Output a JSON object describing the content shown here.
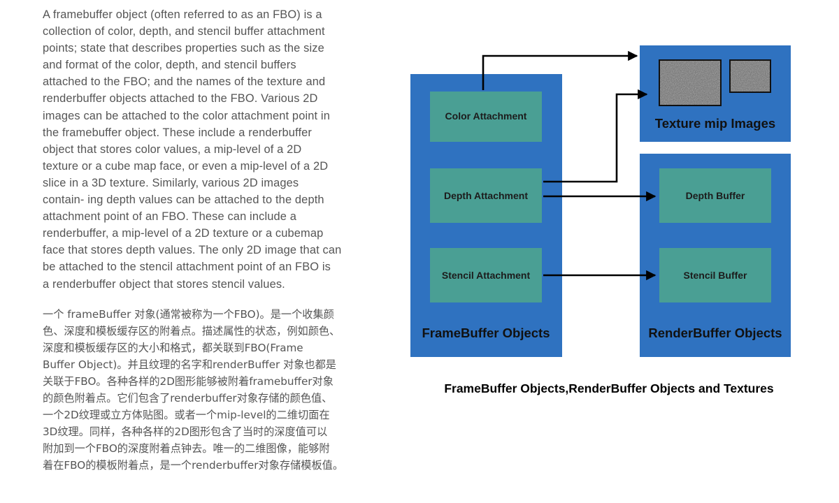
{
  "text": {
    "english": "A framebuffer object (often referred to as an FBO) is a\ncollection of color, depth, and stencil buffer attachment\npoints; state that describes properties such as the size\nand format of the color, depth, and stencil buffers\nattached to the FBO; and the names of the texture and\nrenderbuffer objects attached to the FBO. Various 2D\nimages can be attached to the color attachment point in\nthe framebuffer object. These include a renderbuffer\nobject that stores color values, a mip-level of a 2D\ntexture or a cube map face, or even a mip-level of a 2D\nslice in a 3D texture. Similarly, various 2D images\ncontain- ing depth values can be attached to the depth\nattachment point of an FBO. These can include a\nrenderbuffer, a mip-level of a 2D texture or a cubemap\nface that stores depth values. The only 2D image that can\nbe attached to the stencil attachment point of an FBO is\na renderbuffer object that stores stencil values.",
    "chinese": "一个 frameBuffer 对象(通常被称为一个FBO)。是一个收集颜\n色、深度和模板缓存区的附着点。描述属性的状态，例如颜色、\n深度和模板缓存区的大小和格式，都关联到FBO(Frame\nBuffer Object)。并且纹理的名字和renderBuffer 对象也都是\n关联于FBO。各种各样的2D图形能够被附着framebuffer对象\n的颜色附着点。它们包含了renderbuffer对象存储的颜色值、\n一个2D纹理或立方体贴图。或者一个mip-level的二维切面在\n3D纹理。同样，各种各样的2D图形包含了当时的深度值可以\n附加到一个FBO的深度附着点钟去。唯一的二维图像，能够附\n着在FBO的模板附着点，是一个renderbuffer对象存储模板值。"
  },
  "diagram": {
    "colors": {
      "panel": "#2f72c0",
      "attachment": "#4a9f94",
      "arrow": "#000000"
    },
    "framebuffer_panel": {
      "label": "FrameBuffer Objects",
      "attachments": {
        "color": "Color Attachment",
        "depth": "Depth Attachment",
        "stencil": "Stencil Attachment"
      }
    },
    "texture_panel": {
      "label": "Texture mip Images"
    },
    "renderbuffer_panel": {
      "label": "RenderBuffer Objects",
      "buffers": {
        "depth": "Depth Buffer",
        "stencil": "Stencil Buffer"
      }
    },
    "caption": "FrameBuffer Objects,RenderBuffer Objects and Textures"
  }
}
